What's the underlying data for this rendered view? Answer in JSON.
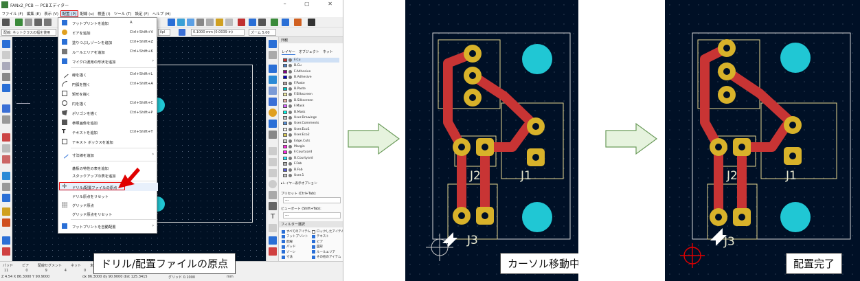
{
  "app": {
    "title": "FANx2_PCB — PCBエディター",
    "window_controls": "– ▢ ✕"
  },
  "menubar": [
    "ファイル (F)",
    "編集 (E)",
    "表示 (V)",
    "配置 (P)",
    "配線 (u)",
    "検査 (I)",
    "ツール (T)",
    "設定 (F)",
    "ヘルプ (H)"
  ],
  "toolbar2": {
    "track_width": "配線: ネットクラスの幅を使用",
    "grid_unit": "ilpl",
    "grid_value": "0.1000 mm (0.0039 in)",
    "zoom": "ズーム 5.00"
  },
  "menu": {
    "items": [
      {
        "label": "フットプリントを追加",
        "shortcut": "A",
        "icon": "footprint-icon",
        "color": "#2a6fd6"
      },
      {
        "label": "ビアを追加",
        "shortcut": "Ctrl+Shift+V",
        "icon": "via-icon",
        "color": "#e0a020"
      },
      {
        "label": "塗りつぶしゾーンを追加",
        "shortcut": "Ctrl+Shift+Z",
        "icon": "zone-icon",
        "color": "#2a6fd6"
      },
      {
        "label": "ルールエリアを追加",
        "shortcut": "Ctrl+Shift+K",
        "icon": "rule-area-icon",
        "color": "#777"
      },
      {
        "label": "マイクロ波用の形状を追加",
        "shortcut": "",
        "icon": "microwave-icon",
        "color": "#2a6fd6",
        "submenu": true
      },
      {
        "label": "線を描く",
        "shortcut": "Ctrl+Shift+L",
        "icon": "line-icon",
        "color": "#444"
      },
      {
        "label": "円弧を描く",
        "shortcut": "Ctrl+Shift+A",
        "icon": "arc-icon",
        "color": "#444"
      },
      {
        "label": "矩形を描く",
        "shortcut": "",
        "icon": "rect-icon",
        "color": "#444"
      },
      {
        "label": "円を描く",
        "shortcut": "Ctrl+Shift+C",
        "icon": "circle-icon",
        "color": "#444"
      },
      {
        "label": "ポリゴンを描く",
        "shortcut": "Ctrl+Shift+P",
        "icon": "polygon-icon",
        "color": "#444"
      },
      {
        "label": "参照画像を追加",
        "shortcut": "",
        "icon": "image-icon",
        "color": "#444"
      },
      {
        "label": "テキストを追加",
        "shortcut": "Ctrl+Shift+T",
        "icon": "text-icon",
        "color": "#444"
      },
      {
        "label": "テキスト ボックスを追加",
        "shortcut": "",
        "icon": "textbox-icon",
        "color": "#444"
      },
      {
        "label": "寸法線を追加",
        "shortcut": "",
        "icon": "dimension-icon",
        "color": "#2a6fd6",
        "submenu": true
      },
      {
        "label": "基板の特性の表を追加",
        "shortcut": "",
        "icon": "",
        "color": ""
      },
      {
        "label": "スタックアップの表を追加",
        "shortcut": "",
        "icon": "",
        "color": ""
      },
      {
        "label": "ドリル/配置ファイルの原点",
        "shortcut": "",
        "icon": "drill-origin-icon",
        "color": "#333"
      },
      {
        "label": "ドリル原点をリセット",
        "shortcut": "",
        "icon": "",
        "color": ""
      },
      {
        "label": "グリッド原点",
        "shortcut": "",
        "icon": "grid-origin-icon",
        "color": "#777"
      },
      {
        "label": "グリッド原点をリセット",
        "shortcut": "",
        "icon": "",
        "color": ""
      },
      {
        "label": "フットプリントを自動配置",
        "shortcut": "",
        "icon": "autoplace-icon",
        "color": "#2a6fd6",
        "submenu": true
      }
    ]
  },
  "panel": {
    "header": "外観",
    "tabs": [
      "レイヤー",
      "オブジェクト",
      "ネット"
    ],
    "layers": [
      {
        "name": "F.Cu",
        "color": "#c83434"
      },
      {
        "name": "B.Cu",
        "color": "#4d7fc4"
      },
      {
        "name": "F.Adhesive",
        "color": "#840084"
      },
      {
        "name": "B.Adhesive",
        "color": "#0000c2"
      },
      {
        "name": "F.Paste",
        "color": "#b4a0a0"
      },
      {
        "name": "B.Paste",
        "color": "#00c2c2"
      },
      {
        "name": "F.Silkscreen",
        "color": "#f2eda1"
      },
      {
        "name": "B.Silkscreen",
        "color": "#e8b2a7"
      },
      {
        "name": "F.Mask",
        "color": "#d864ff"
      },
      {
        "name": "B.Mask",
        "color": "#02ffee"
      },
      {
        "name": "User.Drawings",
        "color": "#c2c2c2"
      },
      {
        "name": "User.Comments",
        "color": "#5994dc"
      },
      {
        "name": "User.Eco1",
        "color": "#b4db d2"
      },
      {
        "name": "User.Eco2",
        "color": "#d8c852"
      },
      {
        "name": "Edge.Cuts",
        "color": "#d0d2cd"
      },
      {
        "name": "Margin",
        "color": "#ff26e2"
      },
      {
        "name": "F.Courtyard",
        "color": "#ff26e2"
      },
      {
        "name": "B.Courtyard",
        "color": "#26e9ff"
      },
      {
        "name": "F.Fab",
        "color": "#afafaf"
      },
      {
        "name": "B.Fab",
        "color": "#585dd4"
      },
      {
        "name": "User.1",
        "color": "#c2c2c2"
      }
    ],
    "layer_options": "▸レイヤー表示オプション",
    "preset_label": "プリセット (Ctrl+Tab):",
    "preset_value": "---",
    "viewport_label": "ビューポート (Shift+Tab):",
    "viewport_value": "---",
    "filter_header": "フィルター選択",
    "filters": [
      {
        "label": "すべてのアイテム",
        "checked": true
      },
      {
        "label": "ロックしたアイテム",
        "checked": false
      },
      {
        "label": "フットプリント",
        "checked": true
      },
      {
        "label": "テキスト",
        "checked": true
      },
      {
        "label": "配線",
        "checked": true
      },
      {
        "label": "ビア",
        "checked": true
      },
      {
        "label": "パッド",
        "checked": true
      },
      {
        "label": "図形",
        "checked": true
      },
      {
        "label": "ゾーン",
        "checked": true
      },
      {
        "label": "ルールエリア",
        "checked": true
      },
      {
        "label": "寸法",
        "checked": true
      },
      {
        "label": "その他のアイテム",
        "checked": true
      }
    ]
  },
  "status": {
    "headers": [
      "パッド",
      "ビア",
      "配線セグメント",
      "ネット",
      "未配"
    ],
    "values": [
      "11",
      "0",
      "9",
      "4",
      "0"
    ],
    "coords": "Z 4.54     X 86.3000  Y 90.9000",
    "delta": "dx 86.3000  dy 90.9000  dist 125.3415",
    "grid": "グリッド 0.1000",
    "unit": "mm"
  },
  "captions": {
    "step1": "ドリル/配置ファイルの原点",
    "step2": "カーソル移動中",
    "step3": "配置完了"
  },
  "board_labels": {
    "j1": "J1",
    "j2": "J2",
    "j3": "J3"
  },
  "colors": {
    "accent_red": "#e00000",
    "arrow_green": "#e6f3de",
    "board_bg": "#001026",
    "track": "#c83434",
    "pad": "#d8b22a",
    "mounting_hole": "#20c7d4"
  }
}
